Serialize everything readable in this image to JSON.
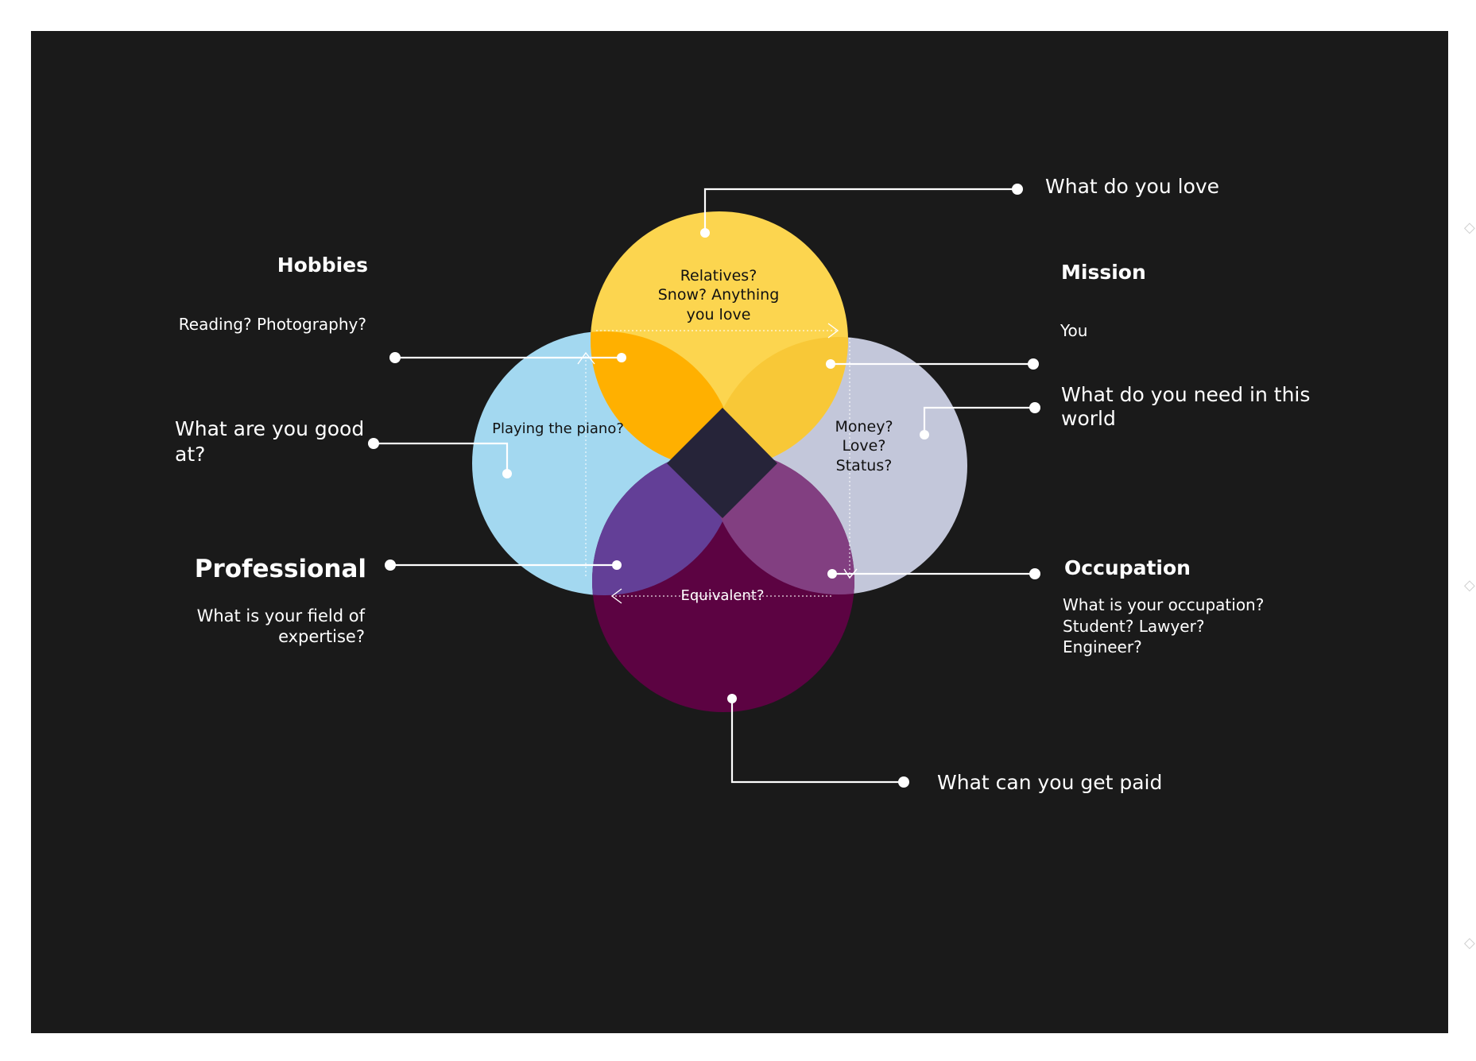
{
  "colors": {
    "canvas": "#1a1a1a",
    "love": "#fcd54f",
    "good_at": "#a3d8f0",
    "need": "#c3c7da",
    "paid": "#5c0342",
    "passion": "#ffb000",
    "mission": "#f8c837",
    "profession": "#633f97",
    "vocation": "#823f81",
    "center": "#262439",
    "connector": "#ffffff"
  },
  "circles": {
    "love": {
      "label": "What do you love",
      "example_lines": [
        "Relatives?",
        "Snow? Anything",
        "you love"
      ]
    },
    "good_at": {
      "label_lines": [
        "What are you good",
        "at?"
      ],
      "example": "Playing the piano?"
    },
    "need": {
      "label_lines": [
        "What do you need in this",
        "world"
      ],
      "example_lines": [
        "Money?",
        "Love?",
        "Status?"
      ]
    },
    "paid": {
      "label": "What can you get paid",
      "example": "Equivalent?"
    }
  },
  "overlaps": {
    "hobbies": {
      "title": "Hobbies",
      "detail": "Reading? Photography?"
    },
    "mission": {
      "title": "Mission",
      "detail": "You"
    },
    "professional": {
      "title": "Professional",
      "detail_lines": [
        "What is your field of",
        "expertise?"
      ]
    },
    "occupation": {
      "title": "Occupation",
      "detail_lines": [
        "What is your occupation?",
        "Student? Lawyer?",
        "Engineer?"
      ]
    }
  }
}
